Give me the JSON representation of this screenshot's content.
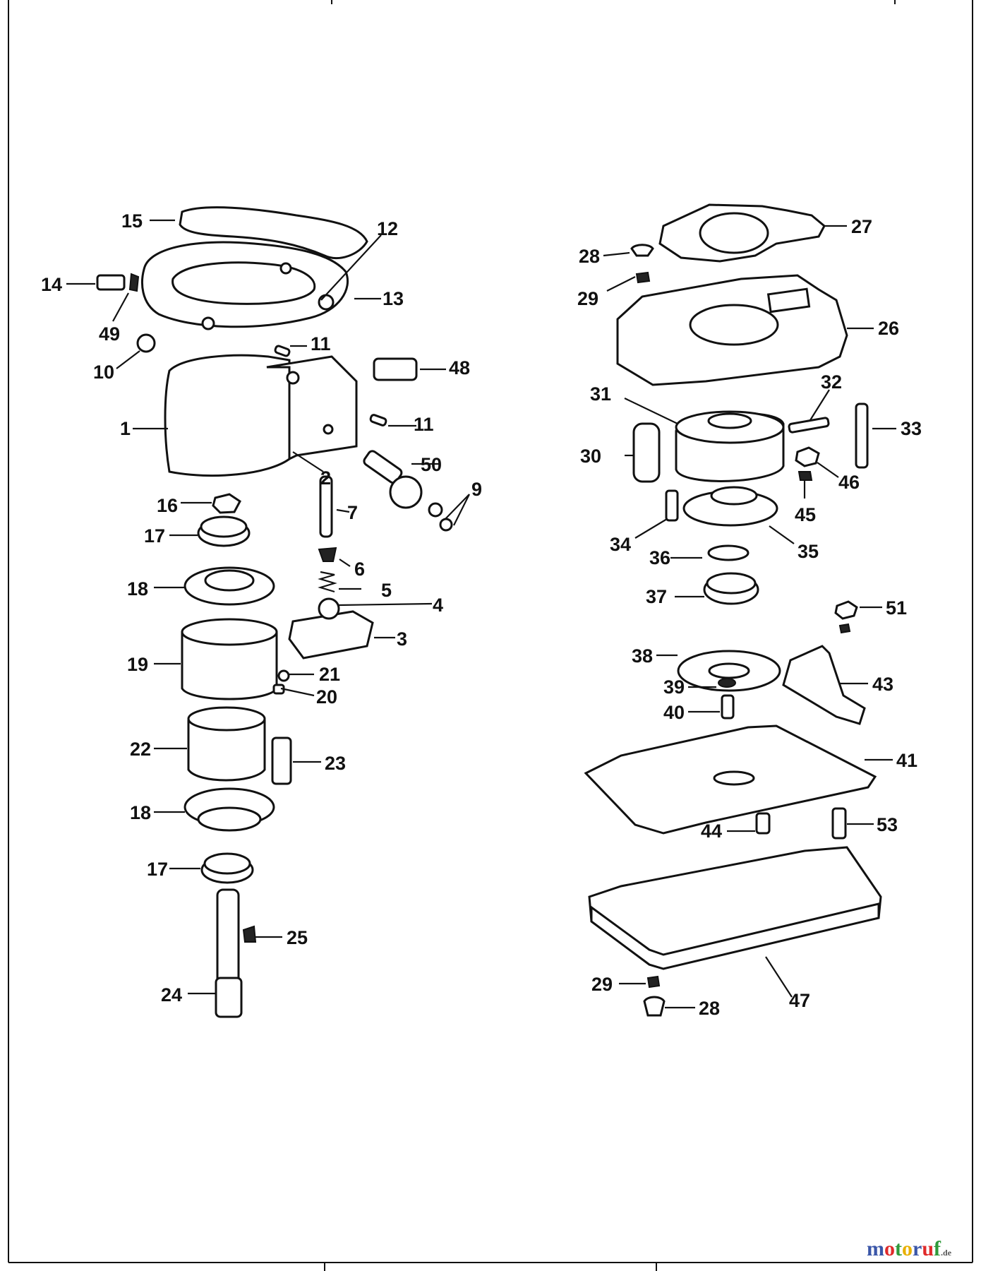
{
  "diagram": {
    "callouts": [
      "1",
      "2",
      "3",
      "4",
      "5",
      "6",
      "7",
      "9",
      "10",
      "11",
      "11",
      "12",
      "13",
      "14",
      "15",
      "16",
      "17",
      "17",
      "18",
      "18",
      "19",
      "20",
      "21",
      "22",
      "23",
      "24",
      "25",
      "26",
      "27",
      "28",
      "28",
      "29",
      "29",
      "30",
      "31",
      "32",
      "33",
      "34",
      "35",
      "36",
      "37",
      "38",
      "39",
      "40",
      "41",
      "43",
      "44",
      "45",
      "46",
      "47",
      "48",
      "49",
      "50",
      "51",
      "53"
    ]
  },
  "watermark": {
    "logo_text": "motoruf",
    "logo_suffix": ".de",
    "letter_colors": [
      "#3a56a8",
      "#e02a2a",
      "#2f9a3a",
      "#e8b000",
      "#3a56a8",
      "#e02a2a",
      "#2f9a3a"
    ]
  }
}
